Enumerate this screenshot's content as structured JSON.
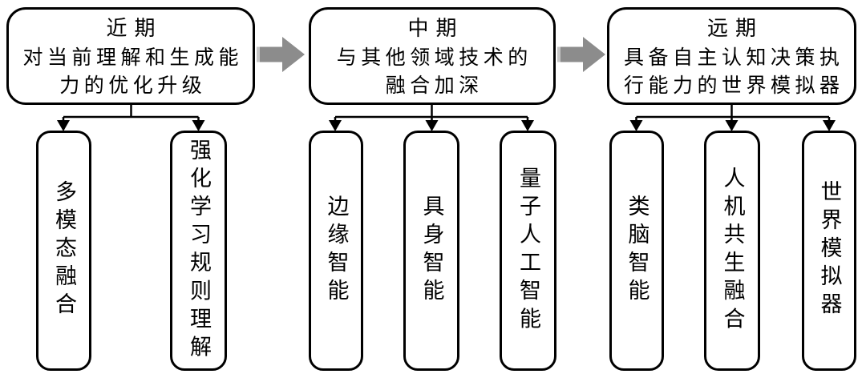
{
  "canvas": {
    "background": "#ffffff",
    "line_color": "#000000",
    "text_color": "#000000",
    "arrow_color": "#8c8c8c",
    "arrow_tail_highlight_color": "#c6c6c6"
  },
  "stages": [
    {
      "title": "近期",
      "desc_lines": [
        "对当前理解和生成能",
        "力的优化升级"
      ],
      "children": [
        "多模态融合",
        "强化学习规则理解"
      ]
    },
    {
      "title": "中期",
      "desc_lines": [
        "与其他领域技术的",
        "融合加深"
      ],
      "children": [
        "边缘智能",
        "具身智能",
        "量子人工智能"
      ]
    },
    {
      "title": "远期",
      "desc_lines": [
        "具备自主认知决策执",
        "行能力的世界模拟器"
      ],
      "children": [
        "类脑智能",
        "人机共生融合",
        "世界模拟器"
      ]
    }
  ]
}
